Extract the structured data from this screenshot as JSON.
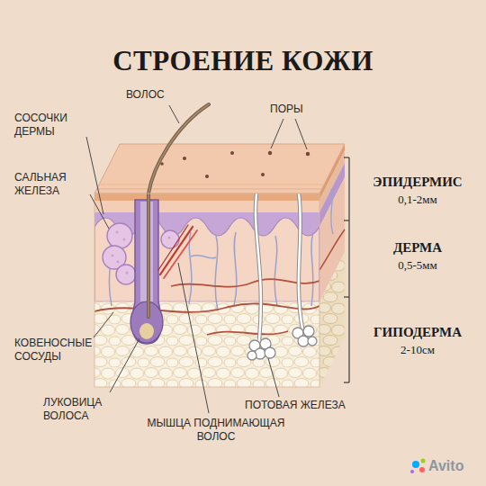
{
  "diagram": {
    "title": "СТРОЕНИЕ КОЖИ",
    "labels": [
      "ВОЛОС",
      "ПОРЫ",
      "СОСОЧКИ ДЕРМЫ",
      "САЛЬНАЯ ЖЕЛЕЗА",
      "ЭПИДЕРМИС",
      "0,1-2мм",
      "ДЕРМА",
      "0,5-5мм",
      "ГИПОДЕРМА",
      "2-10см",
      "КОВЕНОСНЫЕ СОСУДЫ",
      "ЛУКОВИЦА ВОЛОСА",
      "МЫШЦА ПОДНИМАЮЩАЯ ВОЛОС",
      "ПОТОВАЯ ЖЕЛЕЗА",
      "Avito"
    ]
  }
}
